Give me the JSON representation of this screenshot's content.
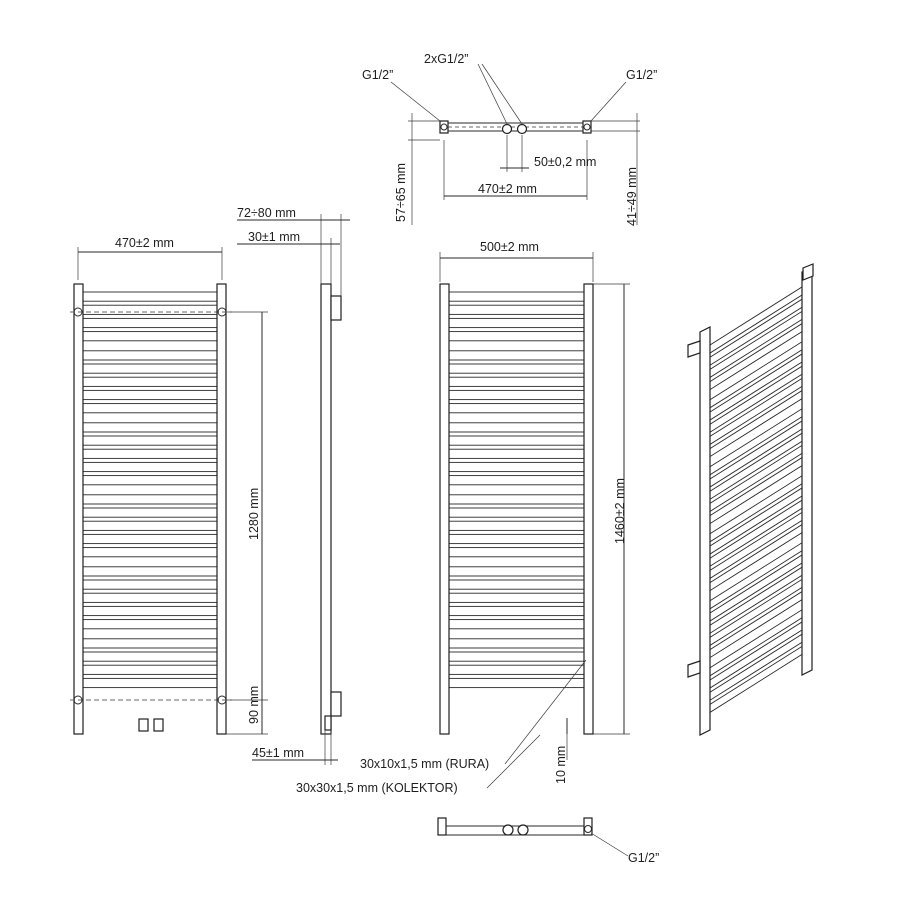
{
  "dimensions": {
    "top_left_connector": "G1/2”",
    "top_middle_connector": "2xG1/2”",
    "top_right_connector": "G1/2”",
    "top_height_left": "57÷65 mm",
    "top_height_right": "41÷49 mm",
    "top_spacing": "50±0,2 mm",
    "top_width": "470±2 mm",
    "front_width": "470±2 mm",
    "front_height": "1280 mm",
    "front_bottom_offset": "90 mm",
    "side_depth_total": "72÷80 mm",
    "side_depth_panel": "30±1 mm",
    "side_wall_offset": "45±1 mm",
    "rear_width": "500±2 mm",
    "rear_height": "1460±2 mm",
    "rear_bottom_offset": "10 mm",
    "tube_label": "30x10x1,5 mm (RURA)",
    "collector_label": "30x30x1,5 mm (KOLEKTOR)",
    "bottom_connector": "G1/2”"
  },
  "colors": {
    "line": "#2a2a2a",
    "background": "#ffffff"
  }
}
